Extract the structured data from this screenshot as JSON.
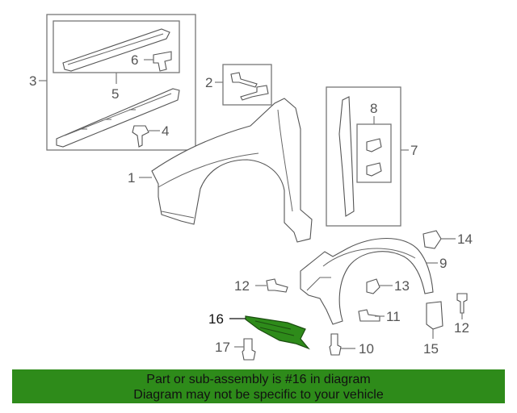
{
  "diagram": {
    "callouts": {
      "c1": "1",
      "c2": "2",
      "c3": "3",
      "c4": "4",
      "c5": "5",
      "c6": "6",
      "c7": "7",
      "c8": "8",
      "c9": "9",
      "c10": "10",
      "c11": "11",
      "c12a": "12",
      "c12b": "12",
      "c13": "13",
      "c14": "14",
      "c15": "15",
      "c16": "16",
      "c17": "17"
    },
    "highlight_color": "#2e8b1a"
  },
  "banner": {
    "line1": "Part or sub-assembly is #16 in diagram",
    "line2": "Diagram may not be specific to your vehicle",
    "color": "#2e8b1a"
  }
}
